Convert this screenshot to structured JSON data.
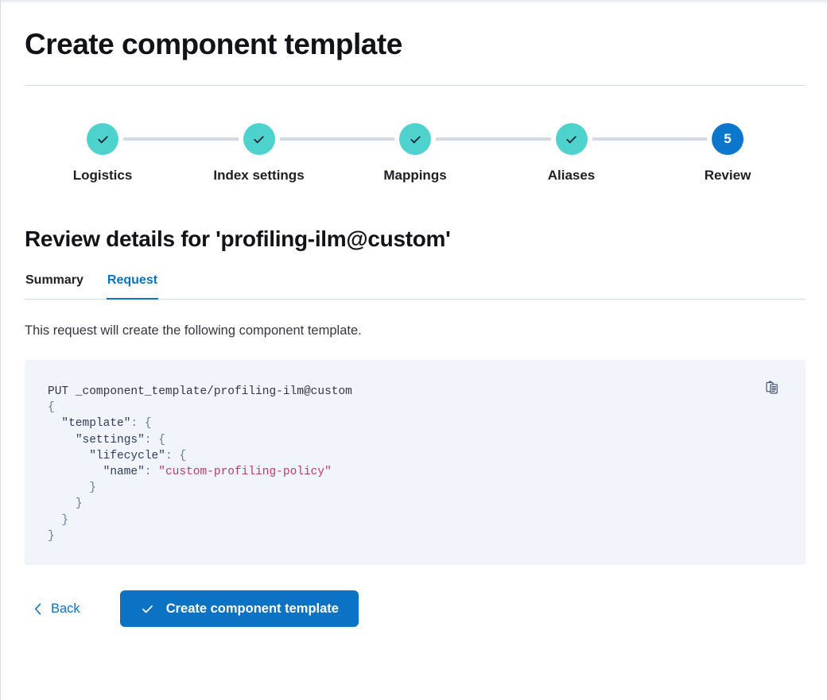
{
  "window": {
    "title": "Create component template"
  },
  "steps": {
    "items": [
      {
        "label": "Logistics",
        "state": "complete",
        "icon": "check-icon",
        "number": "1"
      },
      {
        "label": "Index settings",
        "state": "complete",
        "icon": "check-icon",
        "number": "2"
      },
      {
        "label": "Mappings",
        "state": "complete",
        "icon": "check-icon",
        "number": "3"
      },
      {
        "label": "Aliases",
        "state": "complete",
        "icon": "check-icon",
        "number": "4"
      },
      {
        "label": "Review",
        "state": "current",
        "icon": "",
        "number": "5"
      }
    ],
    "colors": {
      "complete": "#4dd2cd",
      "current": "#0b77cc",
      "connector": "#d3dae6"
    }
  },
  "review": {
    "heading": "Review details for 'profiling-ilm@custom'",
    "tabs": [
      {
        "label": "Summary",
        "active": false
      },
      {
        "label": "Request",
        "active": true
      }
    ],
    "description": "This request will create the following component template.",
    "code": {
      "method": "PUT",
      "path": "_component_template/profiling-ilm@custom",
      "lines": [
        "PUT _component_template/profiling-ilm@custom",
        "{",
        "  \"template\": {",
        "    \"settings\": {",
        "      \"lifecycle\": {",
        "        \"name\": \"custom-profiling-policy\"",
        "      }",
        "    }",
        "  }",
        "}"
      ],
      "keys": [
        "template",
        "settings",
        "lifecycle",
        "name"
      ],
      "string_value": "custom-profiling-policy",
      "copy_icon": "copy-clipboard-icon",
      "background": "#f1f4fa",
      "string_color": "#bd3c6a"
    }
  },
  "actions": {
    "back_label": "Back",
    "back_icon": "chevron-left-icon",
    "submit_label": "Create component template",
    "submit_icon": "check-icon",
    "submit_color": "#0b72c4"
  }
}
